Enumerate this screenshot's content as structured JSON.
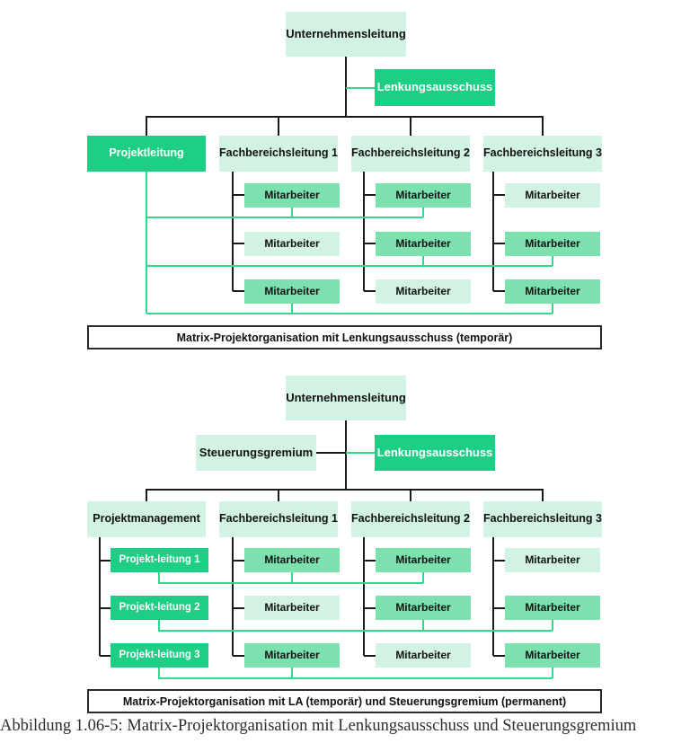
{
  "figure_caption": "Abbildung 1.06-5: Matrix-Projektorganisation mit Lenkungsausschuss und Steuerungsgremium",
  "colors": {
    "bright_green": "#1fce85",
    "mid_green": "#7ce0af",
    "light_green": "#d2f3e3",
    "connector_green": "#2fd98b",
    "connector_black": "#1a1a1a"
  },
  "diagram_top": {
    "root": "Unternehmensleitung",
    "committee": "Lenkungsausschuss",
    "columns": [
      {
        "label": "Projektleitung",
        "shade": "bright"
      },
      {
        "label": "Fachbereichsleitung 1",
        "shade": "light"
      },
      {
        "label": "Fachbereichsleitung 2",
        "shade": "light"
      },
      {
        "label": "Fachbereichsleitung 3",
        "shade": "light"
      }
    ],
    "rows": [
      {
        "cells": [
          {
            "label": "Mitarbeiter",
            "shade": "mid"
          },
          {
            "label": "Mitarbeiter",
            "shade": "mid"
          },
          {
            "label": "Mitarbeiter",
            "shade": "light"
          }
        ]
      },
      {
        "cells": [
          {
            "label": "Mitarbeiter",
            "shade": "light"
          },
          {
            "label": "Mitarbeiter",
            "shade": "mid"
          },
          {
            "label": "Mitarbeiter",
            "shade": "mid"
          }
        ]
      },
      {
        "cells": [
          {
            "label": "Mitarbeiter",
            "shade": "mid"
          },
          {
            "label": "Mitarbeiter",
            "shade": "light"
          },
          {
            "label": "Mitarbeiter",
            "shade": "mid"
          }
        ]
      }
    ],
    "caption": "Matrix-Projektorganisation mit Lenkungsausschuss (temporär)"
  },
  "diagram_bottom": {
    "root": "Unternehmensleitung",
    "steering_committee": "Steuerungsgremium",
    "committee": "Lenkungsausschuss",
    "columns": [
      {
        "label": "Projektmanagement",
        "shade": "light"
      },
      {
        "label": "Fachbereichsleitung 1",
        "shade": "light"
      },
      {
        "label": "Fachbereichsleitung 2",
        "shade": "light"
      },
      {
        "label": "Fachbereichsleitung 3",
        "shade": "light"
      }
    ],
    "rows": [
      {
        "leader": {
          "label": "Projekt-leitung 1",
          "shade": "bright"
        },
        "cells": [
          {
            "label": "Mitarbeiter",
            "shade": "mid"
          },
          {
            "label": "Mitarbeiter",
            "shade": "mid"
          },
          {
            "label": "Mitarbeiter",
            "shade": "light"
          }
        ]
      },
      {
        "leader": {
          "label": "Projekt-leitung 2",
          "shade": "bright"
        },
        "cells": [
          {
            "label": "Mitarbeiter",
            "shade": "light"
          },
          {
            "label": "Mitarbeiter",
            "shade": "mid"
          },
          {
            "label": "Mitarbeiter",
            "shade": "mid"
          }
        ]
      },
      {
        "leader": {
          "label": "Projekt-leitung 3",
          "shade": "bright"
        },
        "cells": [
          {
            "label": "Mitarbeiter",
            "shade": "mid"
          },
          {
            "label": "Mitarbeiter",
            "shade": "light"
          },
          {
            "label": "Mitarbeiter",
            "shade": "mid"
          }
        ]
      }
    ],
    "caption": "Matrix-Projektorganisation mit LA (temporär) und Steuerungsgremium (permanent)"
  }
}
